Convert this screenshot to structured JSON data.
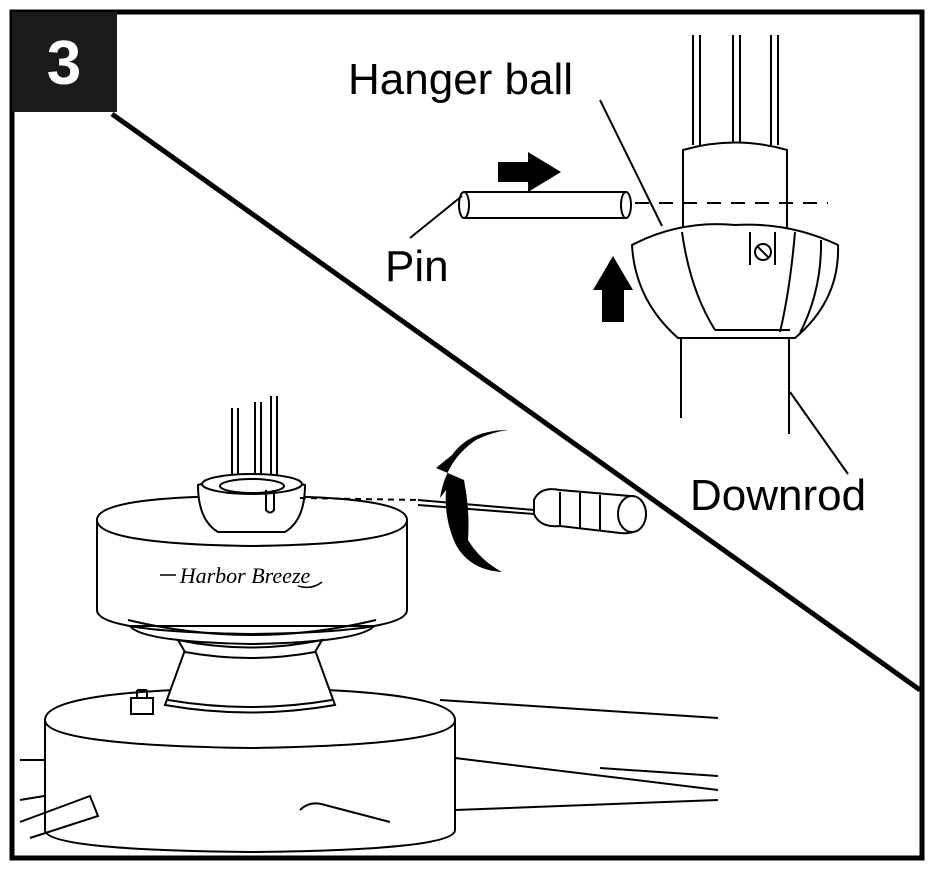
{
  "step": {
    "number": "3"
  },
  "labels": {
    "hanger_ball": "Hanger ball",
    "pin": "Pin",
    "downrod": "Downrod"
  },
  "brand": {
    "logo_text": "Harbor Breeze"
  },
  "colors": {
    "ink": "#000000",
    "paper": "#ffffff",
    "badge": "#1a1a1a"
  }
}
